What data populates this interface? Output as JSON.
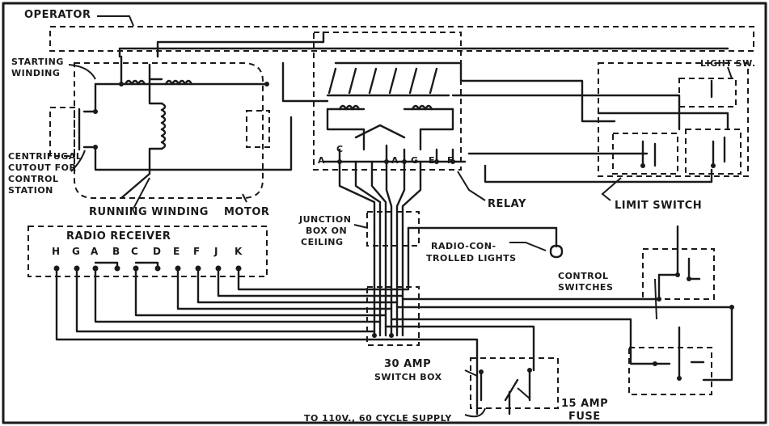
{
  "labels": {
    "operator": "OPERATOR",
    "starting_winding_1": "STARTING",
    "starting_winding_2": "WINDING",
    "light_sw": "LIGHT SW.",
    "centrifugal_1": "CENTRIFUGAL",
    "centrifugal_2": "CUTOUT FOR",
    "centrifugal_3": "CONTROL",
    "centrifugal_4": "STATION",
    "running_winding": "RUNNING WINDING",
    "motor": "MOTOR",
    "relay": "RELAY",
    "limit_switch": "LIMIT SWITCH",
    "junction_1": "JUNCTION",
    "junction_2": "BOX ON",
    "junction_3": "CEILING",
    "radio_receiver": "RADIO RECEIVER",
    "radio_lights_1": "RADIO-CON-",
    "radio_lights_2": "TROLLED LIGHTS",
    "control_switches_1": "CONTROL",
    "control_switches_2": "SWITCHES",
    "switch_box_1": "30 AMP",
    "switch_box_2": "SWITCH BOX",
    "fuse_1": "15 AMP",
    "fuse_2": "FUSE",
    "supply": "TO 110V., 60 CYCLE SUPPLY"
  },
  "receiver_terminals": [
    "H",
    "G",
    "A",
    "B",
    "C",
    "D",
    "E",
    "F",
    "J",
    "K"
  ],
  "relay_terminals": [
    "A",
    "C",
    "A",
    "G",
    "E",
    "F"
  ],
  "colors": {
    "ink": "#1a1a1a",
    "paper": "#ffffff"
  }
}
